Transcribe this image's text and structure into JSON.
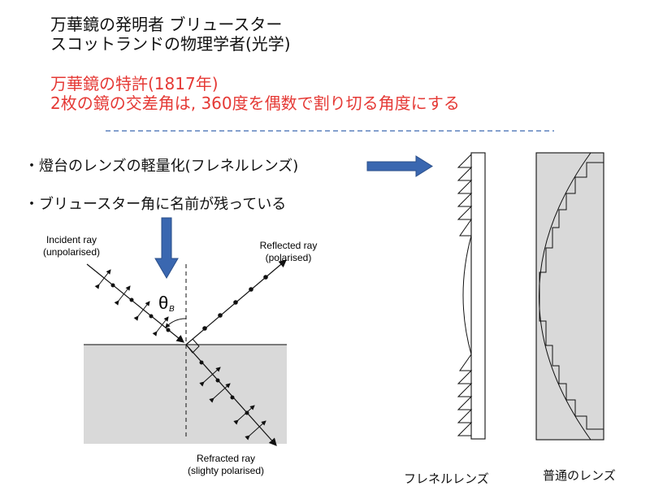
{
  "header": {
    "line1": "万華鏡の発明者 ブリュースター",
    "line2": "スコットランドの物理学者(光学)"
  },
  "patent": {
    "line1": "万華鏡の特許(1817年)",
    "line2": "2枚の鏡の交差角は, 360度を偶数で割り切る角度にする"
  },
  "bullets": [
    "・燈台のレンズの軽量化(フレネルレンズ)",
    "・ブリュースター角に名前が残っている"
  ],
  "diagram": {
    "incident_line1": "Incident ray",
    "incident_line2": "(unpolarised)",
    "reflected_line1": "Reflected ray",
    "reflected_line2": "(polarised)",
    "refracted_line1": "Refracted ray",
    "refracted_line2": "(slighty polarised)",
    "angle_symbol": "θ",
    "angle_subscript": "B"
  },
  "lenses": {
    "fresnel_caption": "フレネルレンズ",
    "normal_caption": "普通のレンズ"
  },
  "colors": {
    "red_text": "#e53935",
    "arrow_blue": "#3a67b0",
    "dashed_line": "#3a67b0",
    "medium_gray": "#d9d9d9"
  }
}
